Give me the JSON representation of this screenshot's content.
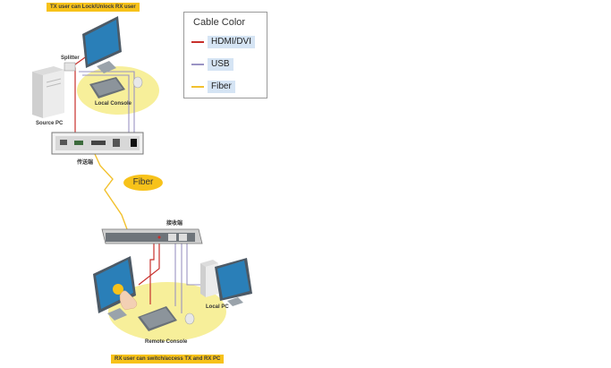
{
  "notes": {
    "top": "TX user can Lock/Unlock RX user",
    "bottom": "RX user can switch/access TX and RX PC"
  },
  "labels": {
    "splitter": "Splitter",
    "local_console": "Local Console",
    "source_pc": "Source PC",
    "transmitter": "传送端",
    "receiver": "接收端",
    "local_pc": "Local PC",
    "remote_console": "Remote Console",
    "fiber_bubble": "Fiber"
  },
  "legend": {
    "title": "Cable Color",
    "items": [
      {
        "label": "HDMI/DVI",
        "color": "#c8302c"
      },
      {
        "label": "USB",
        "color": "#9a93c4"
      },
      {
        "label": "Fiber",
        "color": "#f2c12e"
      }
    ]
  },
  "colors": {
    "highlight": "#f7ef9a",
    "note_bg": "#f7c21a"
  }
}
